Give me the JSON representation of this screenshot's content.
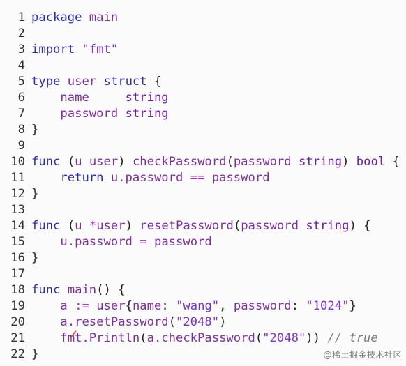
{
  "lines": [
    {
      "num": "1",
      "tokens": [
        [
          "package",
          "kw"
        ],
        [
          " ",
          "pl"
        ],
        [
          "main",
          "id"
        ]
      ]
    },
    {
      "num": "2",
      "tokens": []
    },
    {
      "num": "3",
      "tokens": [
        [
          "import",
          "kw"
        ],
        [
          " ",
          "pl"
        ],
        [
          "\"fmt\"",
          "str"
        ]
      ]
    },
    {
      "num": "4",
      "tokens": []
    },
    {
      "num": "5",
      "tokens": [
        [
          "type",
          "kw"
        ],
        [
          " ",
          "pl"
        ],
        [
          "user",
          "id"
        ],
        [
          " ",
          "pl"
        ],
        [
          "struct",
          "kw"
        ],
        [
          " {",
          "pl"
        ]
      ]
    },
    {
      "num": "6",
      "tokens": [
        [
          "    ",
          "pl"
        ],
        [
          "name",
          "id"
        ],
        [
          "     ",
          "pl"
        ],
        [
          "string",
          "ty"
        ]
      ]
    },
    {
      "num": "7",
      "tokens": [
        [
          "    ",
          "pl"
        ],
        [
          "password",
          "id"
        ],
        [
          " ",
          "pl"
        ],
        [
          "string",
          "ty"
        ]
      ]
    },
    {
      "num": "8",
      "tokens": [
        [
          "}",
          "pl"
        ]
      ]
    },
    {
      "num": "9",
      "tokens": []
    },
    {
      "num": "10",
      "tokens": [
        [
          "func",
          "kw"
        ],
        [
          " (",
          "pl"
        ],
        [
          "u",
          "id"
        ],
        [
          " ",
          "pl"
        ],
        [
          "user",
          "id"
        ],
        [
          ") ",
          "pl"
        ],
        [
          "checkPassword",
          "id"
        ],
        [
          "(",
          "pl"
        ],
        [
          "password",
          "id"
        ],
        [
          " ",
          "pl"
        ],
        [
          "string",
          "ty"
        ],
        [
          ") ",
          "pl"
        ],
        [
          "bool",
          "ty"
        ],
        [
          " {",
          "pl"
        ]
      ]
    },
    {
      "num": "11",
      "tokens": [
        [
          "    ",
          "pl"
        ],
        [
          "return",
          "kw"
        ],
        [
          " ",
          "pl"
        ],
        [
          "u.password",
          "id"
        ],
        [
          " ",
          "pl"
        ],
        [
          "==",
          "op"
        ],
        [
          " ",
          "pl"
        ],
        [
          "password",
          "id"
        ]
      ]
    },
    {
      "num": "12",
      "tokens": [
        [
          "}",
          "pl"
        ]
      ]
    },
    {
      "num": "13",
      "tokens": []
    },
    {
      "num": "14",
      "tokens": [
        [
          "func",
          "kw"
        ],
        [
          " (",
          "pl"
        ],
        [
          "u",
          "id"
        ],
        [
          " ",
          "pl"
        ],
        [
          "*",
          "op"
        ],
        [
          "user",
          "id"
        ],
        [
          ") ",
          "pl"
        ],
        [
          "resetPassword",
          "id"
        ],
        [
          "(",
          "pl"
        ],
        [
          "password",
          "id"
        ],
        [
          " ",
          "pl"
        ],
        [
          "string",
          "ty"
        ],
        [
          ") {",
          "pl"
        ]
      ]
    },
    {
      "num": "15",
      "tokens": [
        [
          "    ",
          "pl"
        ],
        [
          "u.password",
          "id"
        ],
        [
          " ",
          "pl"
        ],
        [
          "=",
          "op"
        ],
        [
          " ",
          "pl"
        ],
        [
          "password",
          "id"
        ]
      ]
    },
    {
      "num": "16",
      "tokens": [
        [
          "}",
          "pl"
        ]
      ]
    },
    {
      "num": "17",
      "tokens": []
    },
    {
      "num": "18",
      "tokens": [
        [
          "func",
          "kw"
        ],
        [
          " ",
          "pl"
        ],
        [
          "main",
          "id"
        ],
        [
          "() {",
          "pl"
        ]
      ]
    },
    {
      "num": "19",
      "tokens": [
        [
          "    ",
          "pl"
        ],
        [
          "a",
          "id"
        ],
        [
          " ",
          "pl"
        ],
        [
          ":=",
          "op"
        ],
        [
          " ",
          "pl"
        ],
        [
          "user",
          "id"
        ],
        [
          "{",
          "pl"
        ],
        [
          "name",
          "id"
        ],
        [
          ": ",
          "pl"
        ],
        [
          "\"wang\"",
          "str"
        ],
        [
          ", ",
          "pl"
        ],
        [
          "password",
          "id"
        ],
        [
          ": ",
          "pl"
        ],
        [
          "\"1024\"",
          "str"
        ],
        [
          "}",
          "pl"
        ]
      ]
    },
    {
      "num": "20",
      "tokens": [
        [
          "    ",
          "pl"
        ],
        [
          "a.resetPassword",
          "id"
        ],
        [
          "(",
          "pl"
        ],
        [
          "\"2048\"",
          "str"
        ],
        [
          ")",
          "pl"
        ]
      ]
    },
    {
      "num": "21",
      "tokens": [
        [
          "    ",
          "pl"
        ],
        [
          "fmt.Println",
          "id"
        ],
        [
          "(",
          "pl"
        ],
        [
          "a.checkPassword",
          "id"
        ],
        [
          "(",
          "pl"
        ],
        [
          "\"2048\"",
          "str"
        ],
        [
          ")) ",
          "pl"
        ],
        [
          "// true",
          "cm"
        ]
      ]
    },
    {
      "num": "22",
      "tokens": [
        [
          "}",
          "pl"
        ]
      ]
    }
  ],
  "watermark": "@稀土掘金技术社区",
  "colors": {
    "keyword": "#2b2bb2",
    "identifier": "#7f2f9f",
    "string": "#7a33c8",
    "comment": "#7a7a7a",
    "background": "#fbfbfb"
  }
}
